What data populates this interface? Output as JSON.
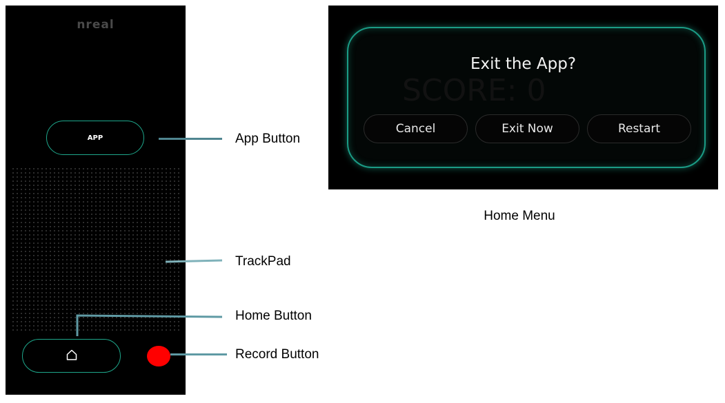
{
  "controller": {
    "brand": "nreal",
    "app_button_label": "APP",
    "home_icon": "house-icon",
    "record_color": "#ff0000",
    "accent": "#1ea88c"
  },
  "callouts": {
    "app_button": "App Button",
    "trackpad": "TrackPad",
    "home_button": "Home Button",
    "record_button": "Record Button"
  },
  "home_menu": {
    "title": "Exit the App?",
    "background_text": "SCORE: 0",
    "buttons": [
      {
        "label": "Cancel"
      },
      {
        "label": "Exit Now"
      },
      {
        "label": "Restart"
      }
    ],
    "caption": "Home Menu"
  }
}
